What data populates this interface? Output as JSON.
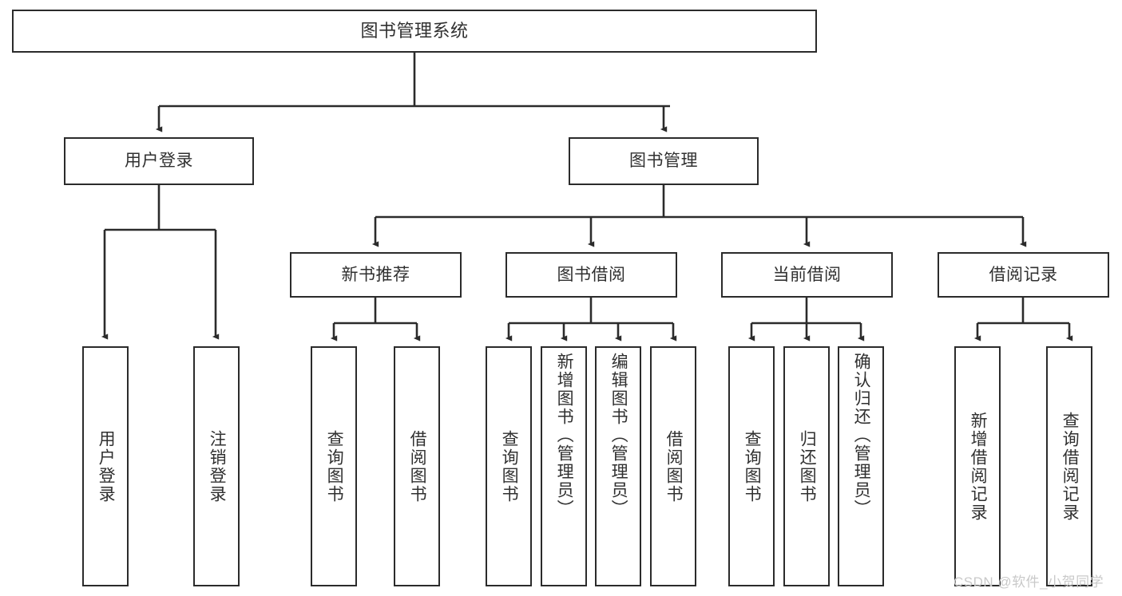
{
  "diagram": {
    "title": "图书管理系统",
    "type": "tree-hierarchy",
    "colors": {
      "node_border": "#2b2b2b",
      "node_fill": "#ffffff",
      "text": "#303030",
      "edge": "#2b2b2b",
      "watermark": "#c9c9c9",
      "background": "#ffffff"
    },
    "watermark": "CSDN @软件_小贺同学",
    "levels": {
      "root": {
        "label": "图书管理系统"
      },
      "level2": [
        {
          "label": "用户登录"
        },
        {
          "label": "图书管理"
        }
      ],
      "level3": [
        {
          "label": "新书推荐"
        },
        {
          "label": "图书借阅"
        },
        {
          "label": "当前借阅"
        },
        {
          "label": "借阅记录"
        }
      ],
      "leaves": {
        "user_login": [
          {
            "label": "用户登录"
          },
          {
            "label": "注销登录"
          }
        ],
        "new_book_recommend": [
          {
            "label": "查询图书"
          },
          {
            "label": "借阅图书"
          }
        ],
        "book_borrow": [
          {
            "label": "查询图书"
          },
          {
            "label": "新增图书（管理员）"
          },
          {
            "label": "编辑图书（管理员）"
          },
          {
            "label": "借阅图书"
          }
        ],
        "current_borrow": [
          {
            "label": "查询图书"
          },
          {
            "label": "归还图书"
          },
          {
            "label": "确认归还（管理员）"
          }
        ],
        "borrow_record": [
          {
            "label": "新增借阅记录"
          },
          {
            "label": "查询借阅记录"
          }
        ]
      }
    }
  }
}
